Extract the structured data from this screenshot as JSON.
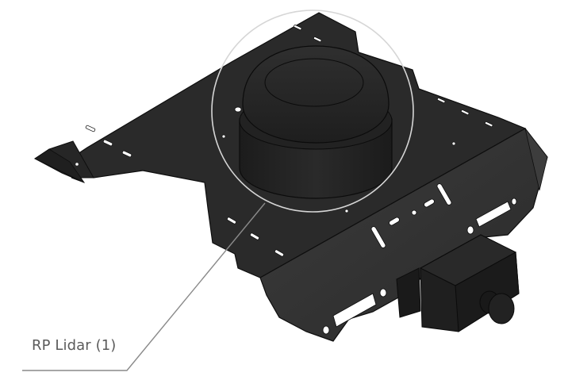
{
  "figure": {
    "subject": "Robot chassis plate with RP Lidar mounted",
    "callouts": [
      {
        "label": "RP Lidar (1)",
        "target": "lidar"
      }
    ]
  },
  "colors": {
    "background": "#ffffff",
    "plate_top": "#2b2b2b",
    "plate_side": "#3a3a3a",
    "edge": "#111111",
    "callout_line": "#8a8a8a",
    "highlight_circle": "#d6d6d6",
    "label_text": "#5b5b5b"
  }
}
